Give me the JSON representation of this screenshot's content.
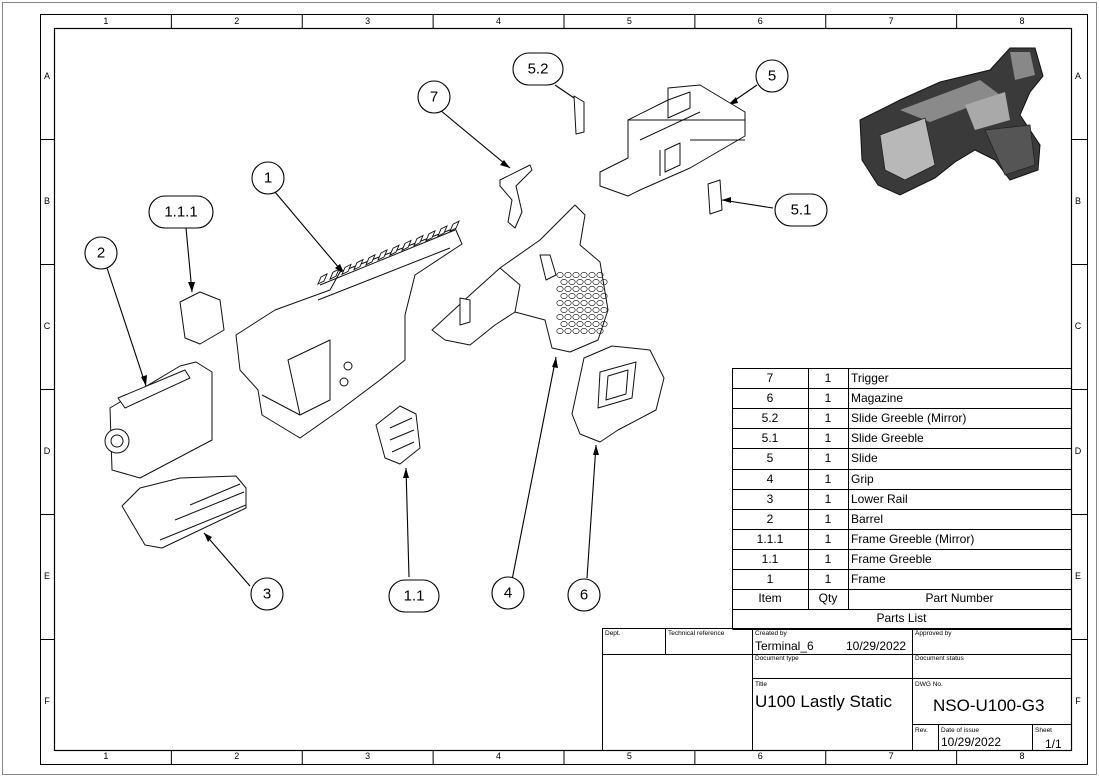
{
  "border": {
    "columns": [
      "1",
      "2",
      "3",
      "4",
      "5",
      "6",
      "7",
      "8"
    ],
    "rows": [
      "A",
      "B",
      "C",
      "D",
      "E",
      "F"
    ]
  },
  "balloons": [
    "1",
    "1.1",
    "1.1.1",
    "2",
    "3",
    "4",
    "5",
    "5.1",
    "5.2",
    "6",
    "7"
  ],
  "parts_list": {
    "title": "Parts List",
    "headers": {
      "item": "Item",
      "qty": "Qty",
      "part": "Part Number"
    },
    "rows": [
      {
        "item": "7",
        "qty": "1",
        "part": "Trigger"
      },
      {
        "item": "6",
        "qty": "1",
        "part": "Magazine"
      },
      {
        "item": "5.2",
        "qty": "1",
        "part": "Slide Greeble (Mirror)"
      },
      {
        "item": "5.1",
        "qty": "1",
        "part": "Slide Greeble"
      },
      {
        "item": "5",
        "qty": "1",
        "part": "Slide"
      },
      {
        "item": "4",
        "qty": "1",
        "part": "Grip"
      },
      {
        "item": "3",
        "qty": "1",
        "part": "Lower Rail"
      },
      {
        "item": "2",
        "qty": "1",
        "part": "Barrel"
      },
      {
        "item": "1.1.1",
        "qty": "1",
        "part": "Frame Greeble (Mirror)"
      },
      {
        "item": "1.1",
        "qty": "1",
        "part": "Frame Greeble"
      },
      {
        "item": "1",
        "qty": "1",
        "part": "Frame"
      }
    ]
  },
  "title_block": {
    "dept_label": "Dept.",
    "tech_ref_label": "Technical reference",
    "created_by_label": "Created by",
    "created_by": "Terminal_6",
    "created_date": "10/29/2022",
    "approved_by_label": "Approved by",
    "doc_type_label": "Document type",
    "doc_status_label": "Document status",
    "title_label": "Title",
    "title": "U100 Lastly Static",
    "dwg_label": "DWG No.",
    "dwg_no": "NSO-U100-G3",
    "rev_label": "Rev.",
    "issue_label": "Date of issue",
    "issue_date": "10/29/2022",
    "sheet_label": "Sheet",
    "sheet": "1/1"
  }
}
